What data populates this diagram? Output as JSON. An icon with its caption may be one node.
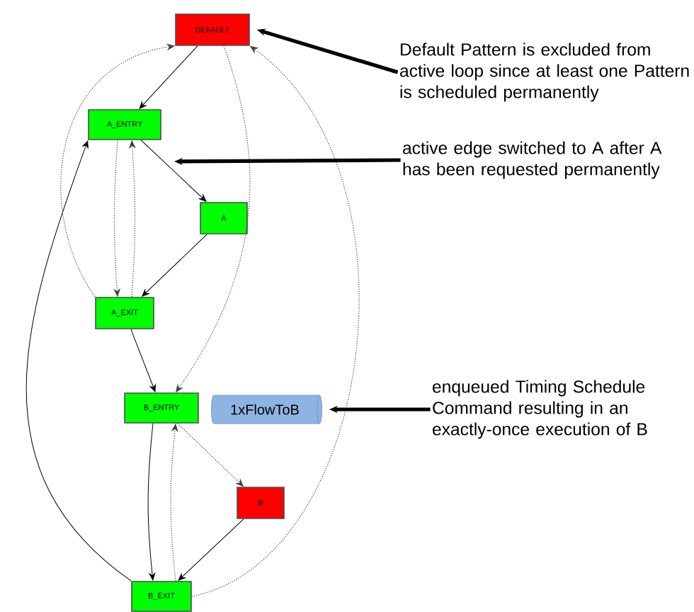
{
  "diagram": {
    "nodes": [
      {
        "text": [
          "DEFAULT"
        ]
      },
      {
        "text": [
          "A_ENTRY"
        ]
      },
      {
        "text": [
          "A"
        ]
      },
      {
        "text": [
          "A_EXIT"
        ]
      },
      {
        "text": [
          "B_ENTRY"
        ]
      },
      {
        "text": [
          "1xFlowToB"
        ]
      },
      {
        "text": [
          "B"
        ]
      },
      {
        "text": [
          "B_EXIT"
        ]
      },
      {
        "text": [
          "Default Pattern is excluded from active loop since at least one Pattern is scheduled permanently"
        ]
      },
      {
        "text": [
          "active edge switched to A after A has been requested permanently"
        ]
      },
      {
        "text": [
          "enqueued Timing Schedule Command resulting in an exactly-once execution of B"
        ]
      }
    ],
    "edges": [
      {
        "from": 0,
        "to": 1,
        "arrow": "to"
      },
      {
        "from": 1,
        "to": 2,
        "arrow": "to"
      },
      {
        "from": 2,
        "to": 3,
        "arrow": "to"
      },
      {
        "from": 3,
        "to": 4,
        "arrow": "to"
      },
      {
        "from": 4,
        "to": 7,
        "arrow": "to"
      },
      {
        "from": 6,
        "to": 7,
        "arrow": "to"
      },
      {
        "from": 7,
        "to": 1,
        "arrow": "to"
      },
      {
        "from": 3,
        "to": 0,
        "arrow": "to",
        "style": "dashed"
      },
      {
        "from": 1,
        "to": 3,
        "arrow": "to",
        "style": "dashed"
      },
      {
        "from": 3,
        "to": 1,
        "arrow": "to",
        "style": "dashed"
      },
      {
        "from": 0,
        "to": 4,
        "arrow": "to",
        "style": "dashed"
      },
      {
        "from": 7,
        "to": 0,
        "arrow": "to",
        "style": "dashed"
      },
      {
        "from": 4,
        "to": 6,
        "arrow": "to",
        "style": "dashed"
      },
      {
        "from": 7,
        "to": 4,
        "arrow": "to",
        "style": "dashed"
      },
      {
        "from": 8,
        "to": 0,
        "arrow": "to",
        "style": "thick"
      },
      {
        "from": 9,
        "to": null,
        "arrow": "to",
        "style": "thick"
      },
      {
        "from": 10,
        "to": 5,
        "arrow": "to",
        "style": "thick"
      }
    ]
  }
}
